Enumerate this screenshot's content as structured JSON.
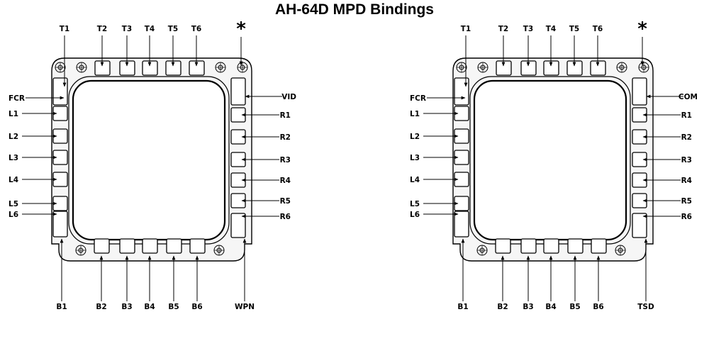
{
  "title": "AH-64D MPD Bindings",
  "colors": {
    "ink": "#000000",
    "bezel": "#f6f6f6",
    "screen": "#ffffff",
    "background": "#ffffff"
  },
  "panels": [
    {
      "id": "left-mpd",
      "top": [
        "T1",
        "T2",
        "T3",
        "T4",
        "T5",
        "T6",
        "*"
      ],
      "left": [
        "FCR",
        "L1",
        "L2",
        "L3",
        "L4",
        "L5",
        "L6"
      ],
      "right": [
        "VID",
        "R1",
        "R2",
        "R3",
        "R4",
        "R5",
        "R6"
      ],
      "bottom": [
        "B1",
        "B2",
        "B3",
        "B4",
        "B5",
        "B6",
        "WPN"
      ]
    },
    {
      "id": "right-mpd",
      "top": [
        "T1",
        "T2",
        "T3",
        "T4",
        "T5",
        "T6",
        "*"
      ],
      "left": [
        "FCR",
        "L1",
        "L2",
        "L3",
        "L4",
        "L5",
        "L6"
      ],
      "right": [
        "COM",
        "R1",
        "R2",
        "R3",
        "R4",
        "R5",
        "R6"
      ],
      "bottom": [
        "B1",
        "B2",
        "B3",
        "B4",
        "B5",
        "B6",
        "TSD"
      ]
    }
  ]
}
